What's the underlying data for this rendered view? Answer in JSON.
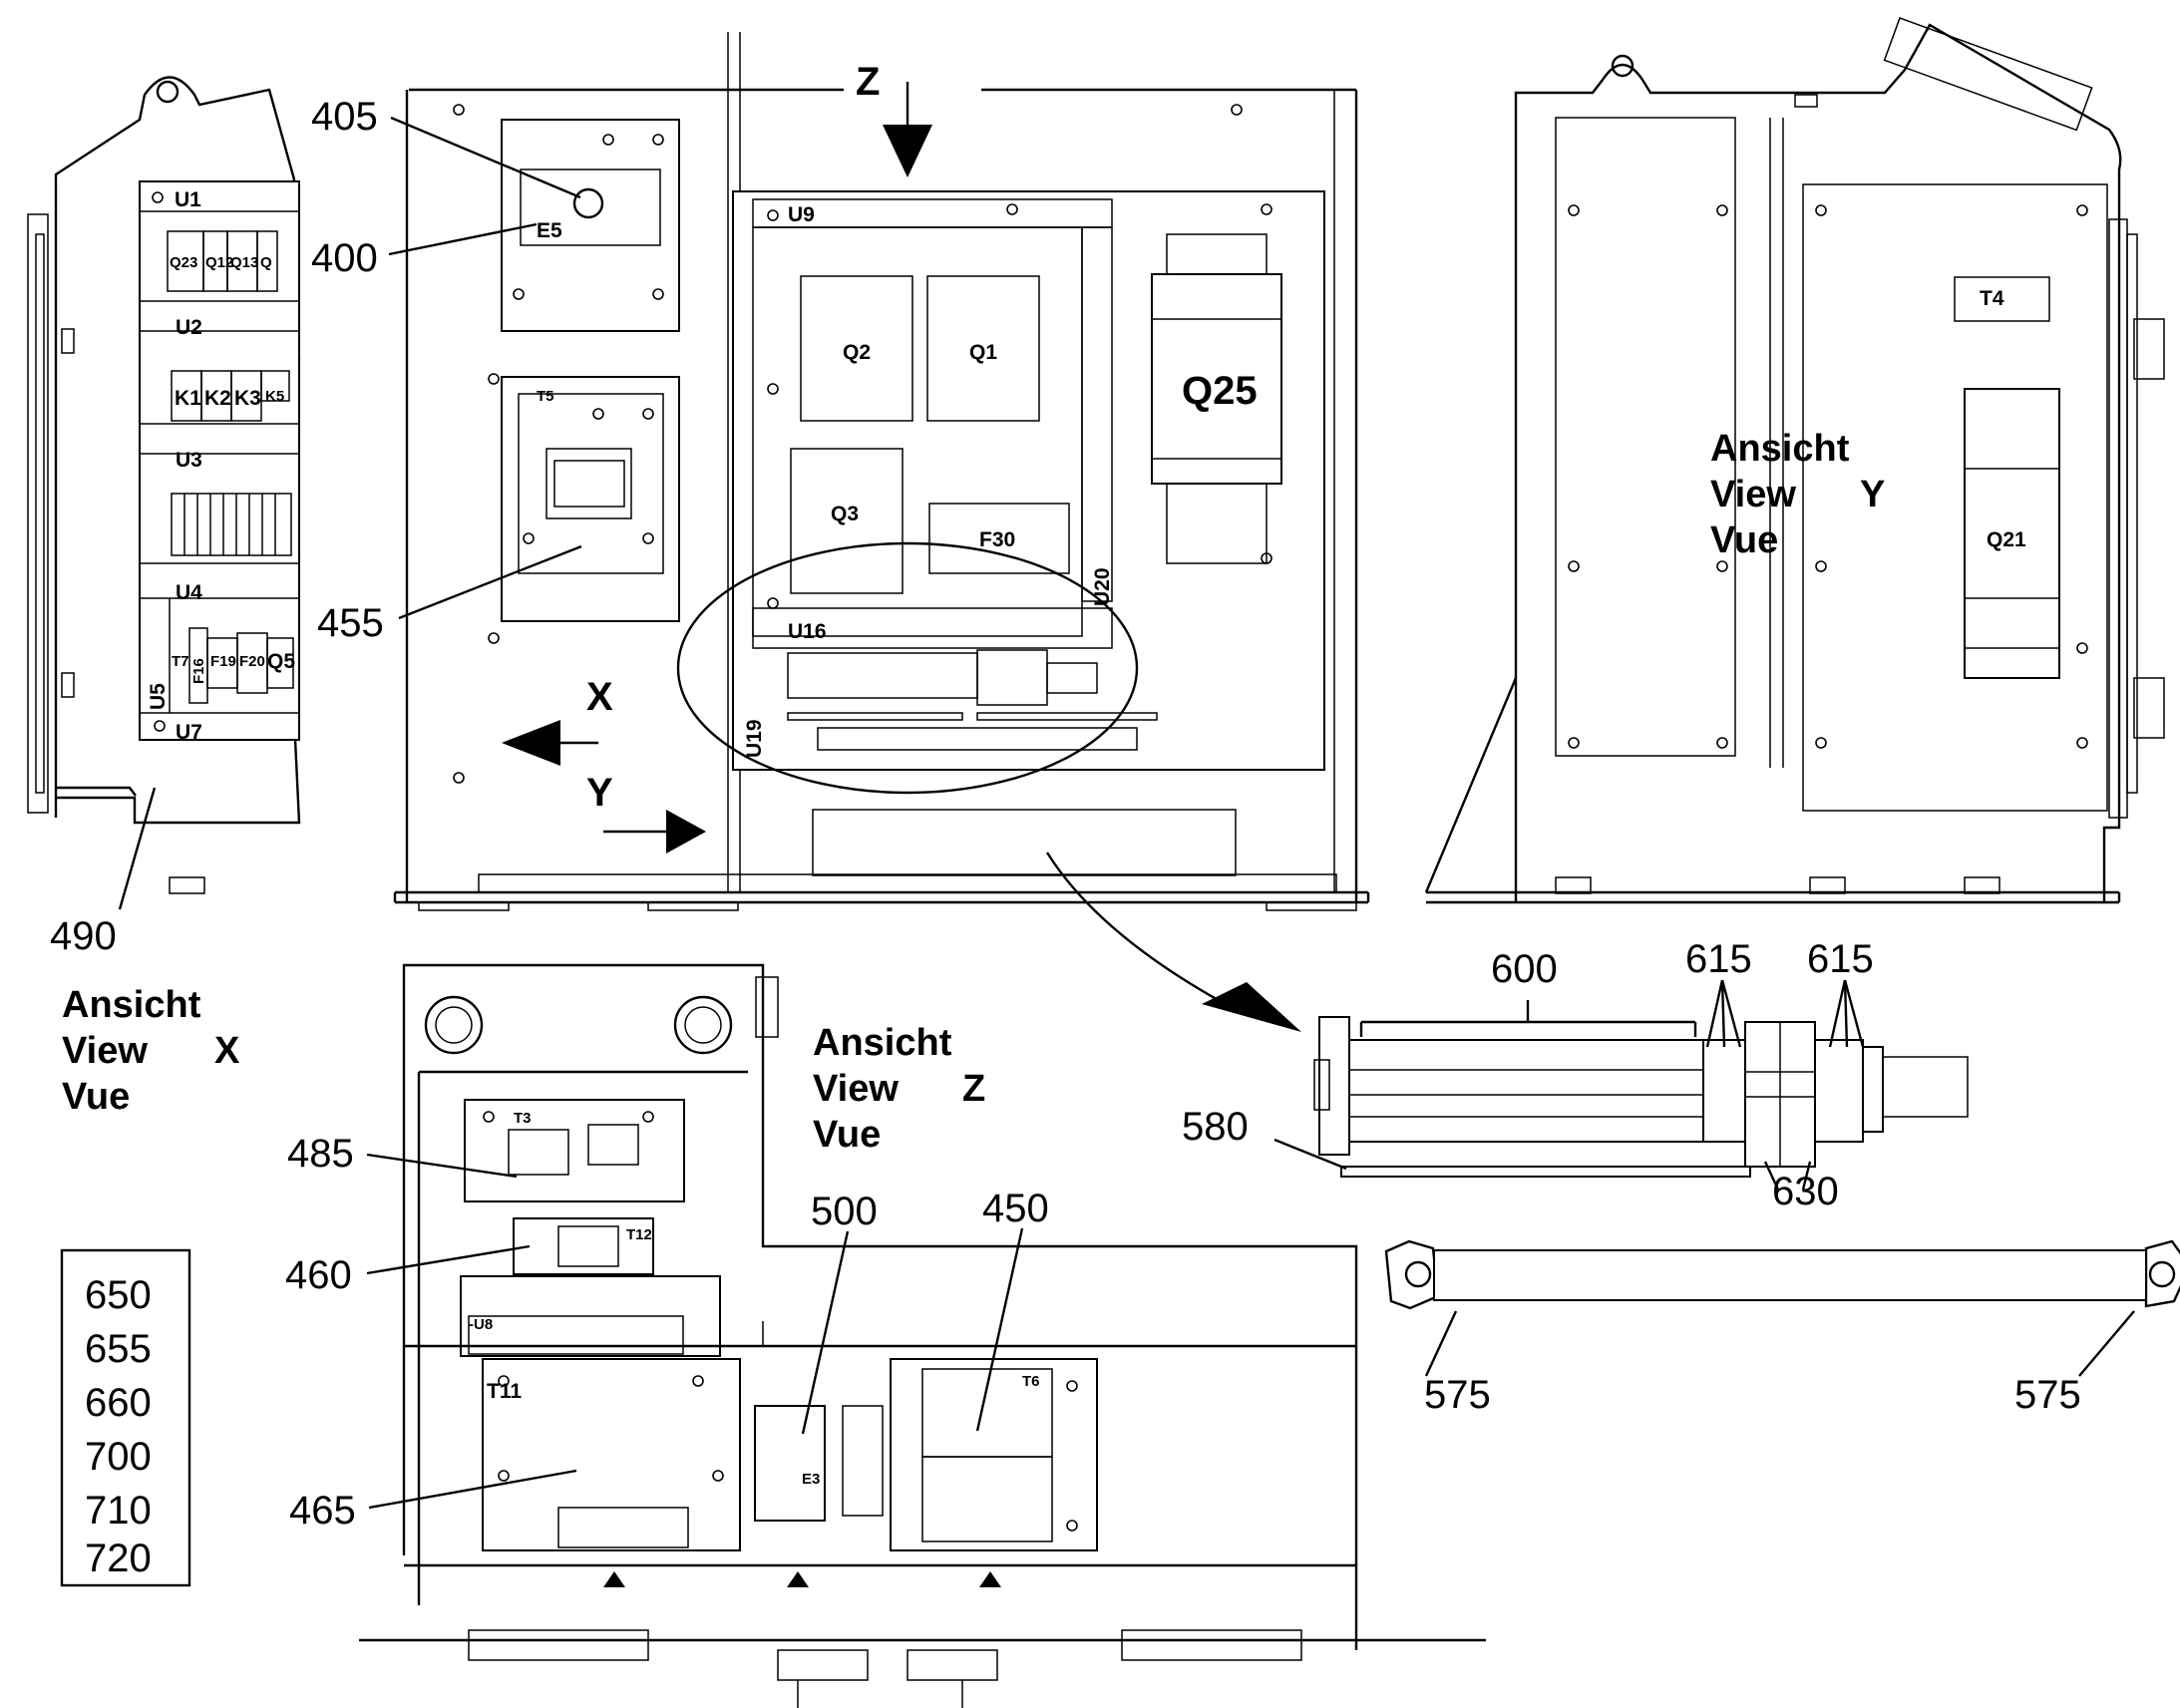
{
  "callouts": {
    "c405": "405",
    "c400": "400",
    "c455": "455",
    "c490": "490",
    "c485": "485",
    "c460": "460",
    "c465": "465",
    "c500": "500",
    "c450": "450",
    "c600": "600",
    "c615a": "615",
    "c615b": "615",
    "c580": "580",
    "c630": "630",
    "c575a": "575",
    "c575b": "575"
  },
  "parts_list": [
    "650",
    "655",
    "660",
    "700",
    "710",
    "720"
  ],
  "views": {
    "x": {
      "line1": "Ansicht",
      "line2": "View",
      "letter": "X",
      "line3": "Vue"
    },
    "y": {
      "line1": "Ansicht",
      "line2": "View",
      "letter": "Y",
      "line3": "Vue"
    },
    "z": {
      "line1": "Ansicht",
      "line2": "View",
      "letter": "Z",
      "line3": "Vue"
    }
  },
  "arrows": {
    "z": "Z",
    "x": "X",
    "y": "Y"
  },
  "components": {
    "u1": "U1",
    "u2": "U2",
    "u3": "U3",
    "u4": "U4",
    "u5": "U5",
    "u7": "U7",
    "q23": "Q23",
    "q12": "Q12",
    "q13": "Q13",
    "q": "Q",
    "k1": "K1",
    "k2": "K2",
    "k3": "K3",
    "k5": "K5",
    "t7": "T7",
    "f16": "F16",
    "f19": "F19",
    "f20": "F20",
    "q5": "Q5",
    "e5": "E5",
    "t5": "T5",
    "u9": "U9",
    "q2": "Q2",
    "q1": "Q1",
    "q3": "Q3",
    "f30": "F30",
    "q25": "Q25",
    "u20": "U20",
    "u16": "U16",
    "u19": "U19",
    "t4": "T4",
    "q21": "Q21",
    "t3": "T3",
    "t12": "T12",
    "u8": "-U8",
    "t11": "T11",
    "e3": "E3",
    "t6": "T6"
  }
}
